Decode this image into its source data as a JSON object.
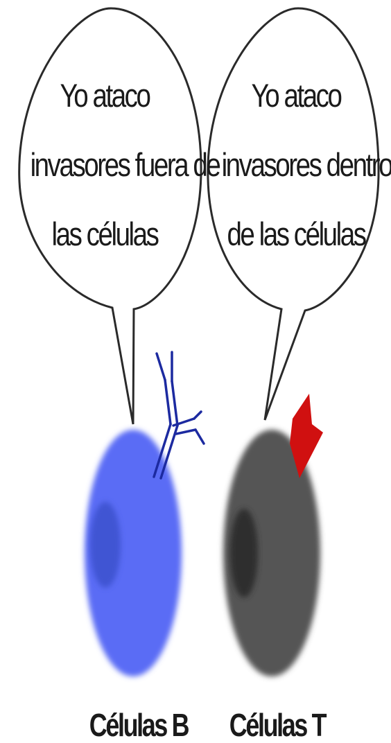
{
  "bubbles": {
    "b_cell": {
      "line1": "Yo ataco",
      "line2": "invasores fuera de",
      "line3": "las células"
    },
    "t_cell": {
      "line1": "Yo ataco",
      "line2": "invasores dentro",
      "line3": "de las células"
    }
  },
  "labels": {
    "b_cell": "Células B",
    "t_cell": "Células T"
  },
  "colors": {
    "b_cell_body": "#5a6cf5",
    "b_cell_nucleus": "#3f55d3",
    "t_cell_body": "#555555",
    "t_cell_nucleus": "#2e2e2e",
    "antibody": "#1c2aa0",
    "antigen_receptor": "#d01010",
    "bubble_outline": "#2a2a2a"
  },
  "icons": {
    "antibody": "antibody-y-icon",
    "receptor": "red-receptor-icon"
  }
}
